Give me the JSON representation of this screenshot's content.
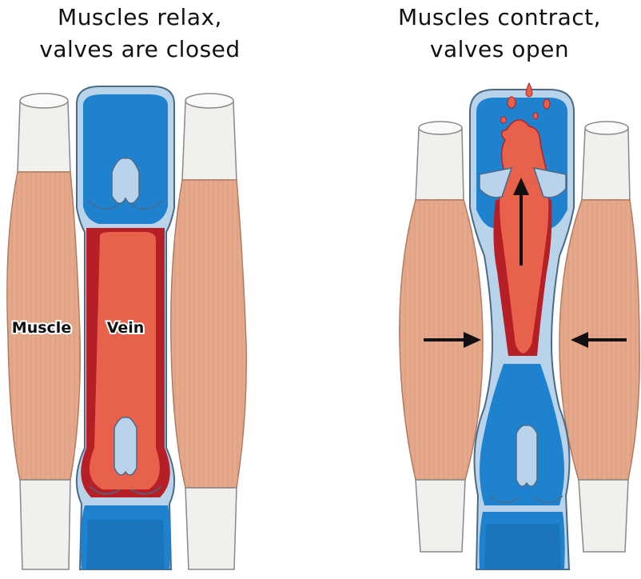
{
  "panels": {
    "left": {
      "title": "Muscles relax,\nvalves are closed",
      "muscle_label": "Muscle",
      "vein_label": "Vein"
    },
    "right": {
      "title": "Muscles contract,\nvalves open"
    }
  },
  "colors": {
    "muscle": "#e6a88a",
    "muscle_dark": "#c98a6c",
    "tendon": "#f2f0ec",
    "vein_wall": "#b9d4ea",
    "vein_blue": "#1e82cf",
    "vein_blue_dark": "#135e9c",
    "blood_dark": "#b51f25",
    "blood": "#e8614a"
  }
}
